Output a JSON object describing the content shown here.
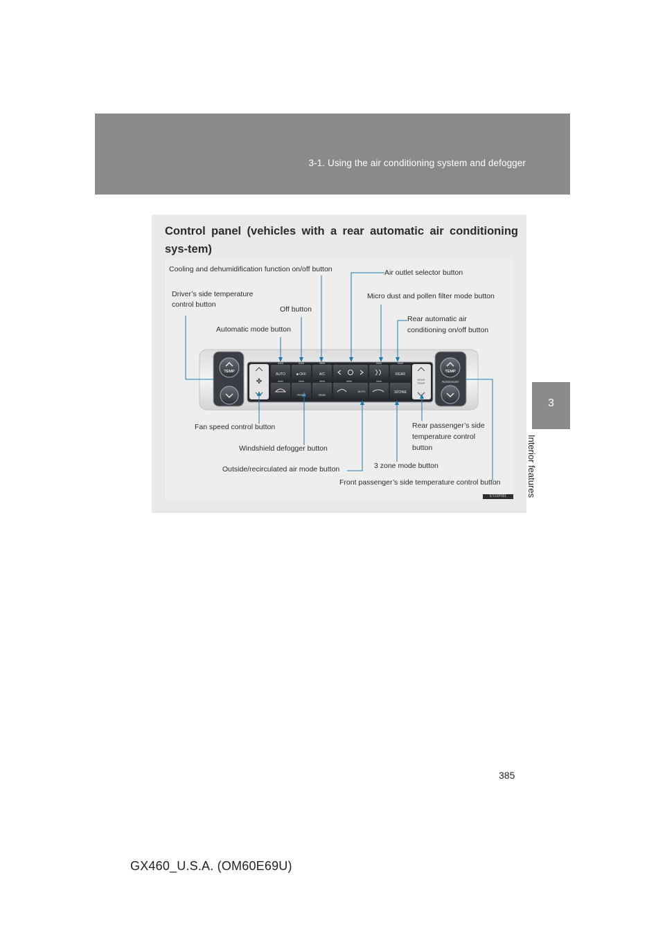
{
  "header": {
    "section_title": "3-1. Using the air conditioning system and defogger"
  },
  "chapter": {
    "number": "3",
    "name": "Interior features"
  },
  "panel": {
    "heading": "Control panel (vehicles with a rear automatic air conditioning sys-tem)",
    "labels": {
      "cooling": "Cooling and dehumidification function on/off button",
      "air_outlet": "Air outlet selector button",
      "driver_temp_line1": "Driver’s side temperature",
      "driver_temp_line2": "control button",
      "off": "Off button",
      "micro_dust": "Micro dust and pollen filter mode button",
      "rear_auto_line1": "Rear automatic air",
      "rear_auto_line2": "conditioning on/off button",
      "automatic": "Automatic mode button",
      "fan_speed": "Fan speed control button",
      "rear_pass_line1": "Rear passenger’s side",
      "rear_pass_line2": "temperature control",
      "rear_pass_line3": "button",
      "windshield": "Windshield defogger button",
      "three_zone": "3 zone mode button",
      "outside": "Outside/recirculated air mode button",
      "front_pass": "Front passenger’s side temperature control button"
    },
    "device_text": {
      "temp": "TEMP",
      "auto": "AUTO",
      "off": "■ OFF",
      "ac": "A/C",
      "rear": "REAR",
      "rear_temp_line1": "REAR",
      "rear_temp_line2": "TEMP",
      "passenger": "PASSENGER",
      "front": "FRONT",
      "rear_small": "REAR",
      "auto_small": "AUTO",
      "three_zone": "3ZONE"
    },
    "figure_code": "ILY31P001"
  },
  "footer": {
    "page_number": "385",
    "model_code": "GX460_U.S.A. (OM60E69U)"
  }
}
